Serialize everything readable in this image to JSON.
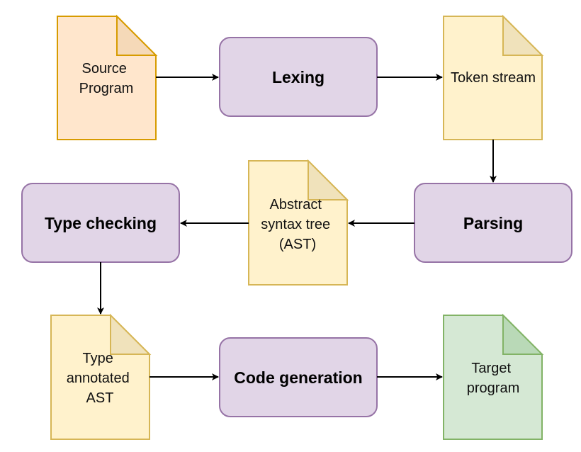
{
  "diagram": {
    "nodes": {
      "source_program": {
        "lines": [
          "Source",
          "Program"
        ]
      },
      "lexing": {
        "label": "Lexing"
      },
      "token_stream": {
        "lines": [
          "Token stream"
        ]
      },
      "parsing": {
        "label": "Parsing"
      },
      "ast": {
        "lines": [
          "Abstract",
          "syntax tree",
          "(AST)"
        ]
      },
      "type_checking": {
        "label": "Type checking"
      },
      "type_annotated_ast": {
        "lines": [
          "Type",
          "annotated",
          "AST"
        ]
      },
      "code_generation": {
        "label": "Code generation"
      },
      "target_program": {
        "lines": [
          "Target",
          "program"
        ]
      }
    },
    "edges": [
      {
        "from": "Source Program",
        "to": "Lexing"
      },
      {
        "from": "Lexing",
        "to": "Token stream"
      },
      {
        "from": "Token stream",
        "to": "Parsing"
      },
      {
        "from": "Parsing",
        "to": "Abstract syntax tree (AST)"
      },
      {
        "from": "Abstract syntax tree (AST)",
        "to": "Type checking"
      },
      {
        "from": "Type checking",
        "to": "Type annotated AST"
      },
      {
        "from": "Type annotated AST",
        "to": "Code generation"
      },
      {
        "from": "Code generation",
        "to": "Target program"
      }
    ],
    "colors": {
      "source_doc_fill": "#ffe6cc",
      "source_doc_stroke": "#d79b00",
      "doc_fill": "#fff2cc",
      "doc_stroke": "#d6b656",
      "process_fill": "#e1d5e7",
      "process_stroke": "#9673a6",
      "target_doc_fill": "#d5e8d4",
      "target_doc_stroke": "#82b366",
      "arrow": "#000000"
    }
  }
}
